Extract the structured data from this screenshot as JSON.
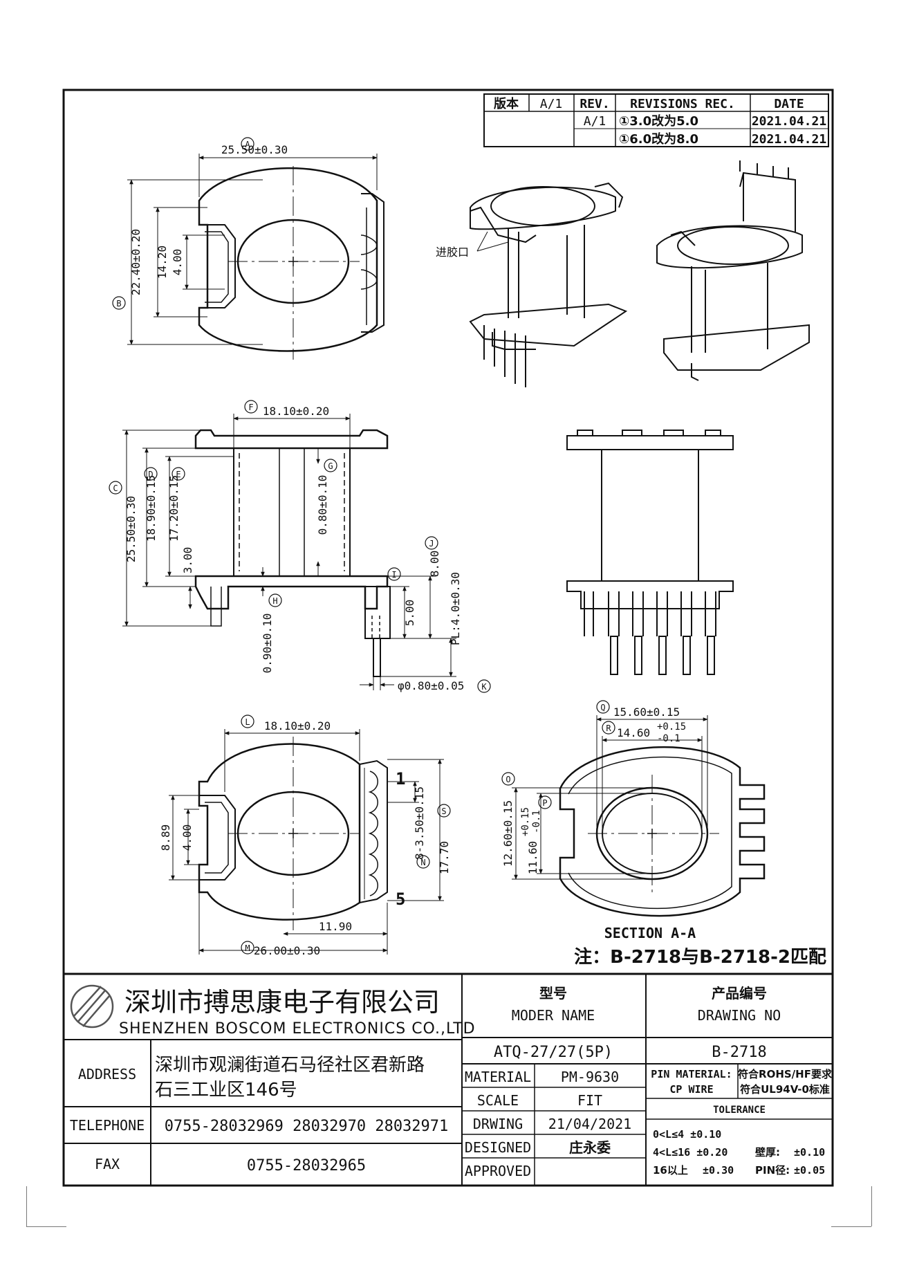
{
  "revision_table": {
    "version_label": "版本",
    "version_value": "A/1",
    "rev_header": "REV.",
    "records_header": "REVISIONS REC.",
    "date_header": "DATE",
    "rows": [
      {
        "rev": "A/1",
        "text": "①3.0改为5.0",
        "date": "2021.04.21"
      },
      {
        "rev": "",
        "text": "①6.0改为8.0",
        "date": "2021.04.21"
      }
    ]
  },
  "top_view": {
    "dim_a": "25.50±0.30",
    "dim_b": "22.40±0.20",
    "dim_1420": "14.20",
    "dim_400": "4.00",
    "callout_a": "A",
    "callout_b": "B"
  },
  "iso_views": {
    "gate_label": "进胶口"
  },
  "side_view": {
    "dim_f": "18.10±0.20",
    "dim_c": "25.50±0.30",
    "dim_d": "18.90±0.15",
    "dim_e": "17.20±0.15",
    "dim_300": "3.00",
    "dim_g": "0.80±0.10",
    "dim_h": "0.90±0.10",
    "dim_i": "5.00",
    "dim_j": "8.00",
    "dim_pl": "PL:4.0±0.30",
    "dim_k": "φ0.80±0.05",
    "callout_c": "C",
    "callout_d": "D",
    "callout_e": "E",
    "callout_f": "F",
    "callout_g": "G",
    "callout_h": "H",
    "callout_i": "I",
    "callout_j": "J",
    "callout_k": "K"
  },
  "bottom_view": {
    "dim_l": "18.10±0.20",
    "dim_889": "8.89",
    "dim_400": "4.00",
    "dim_n": "8-3.50±0.15",
    "dim_s": "17.70",
    "dim_1190": "11.90",
    "dim_m": "26.00±0.30",
    "pin_first": "1",
    "pin_last": "5",
    "callout_l": "L",
    "callout_m": "M",
    "callout_n": "N",
    "callout_s": "S"
  },
  "section_view": {
    "dim_q": "15.60±0.15",
    "dim_r_base": "14.60",
    "dim_r_plus": "+0.15",
    "dim_r_minus": "-0.1",
    "dim_o": "12.60±0.15",
    "dim_p_base": "11.60",
    "dim_p_plus": "+0.15",
    "dim_p_minus": "-0.1",
    "title": "SECTION A-A",
    "callout_o": "O",
    "callout_p": "P",
    "callout_q": "Q",
    "callout_r": "R"
  },
  "note": "注：B-2718与B-2718-2匹配",
  "title_block": {
    "company_cn": "深圳市搏思康电子有限公司",
    "company_en": "SHENZHEN BOSCOM ELECTRONICS CO.,LTD",
    "model_label_cn": "型号",
    "model_label_en": "MODER NAME",
    "drawing_label_cn": "产品编号",
    "drawing_label_en": "DRAWING NO",
    "address_label": "ADDRESS",
    "address_line1": "深圳市观澜街道石马径社区君新路",
    "address_line2": "石三工业区146号",
    "telephone_label": "TELEPHONE",
    "telephone": "0755-28032969 28032970 28032971",
    "fax_label": "FAX",
    "fax": "0755-28032965",
    "model_name": "ATQ-27/27(5P)",
    "drawing_no": "B-2718",
    "material_label": "MATERIAL",
    "material": "PM-9630",
    "scale_label": "SCALE",
    "scale": "FIT",
    "drawing_label": "DRWING",
    "drawing_date": "21/04/2021",
    "designed_label": "DESIGNED",
    "designer": "庄永委",
    "approved_label": "APPROVED",
    "pin_material_label": "PIN MATERIAL:",
    "pin_material_value": "符合ROHS/HF要求",
    "cp_wire_label": "CP WIRE",
    "cp_wire_value": "符合UL94V-0标准",
    "tolerance_label": "TOLERANCE",
    "tol_1": "0<L≤4 ±0.10",
    "tol_2": "4<L≤16 ±0.20",
    "tol_3_range": "16以上",
    "tol_3_value": "±0.30",
    "wall_label": "壁厚:",
    "wall_value": "±0.10",
    "pin_label": "PIN径:",
    "pin_value": "±0.05"
  }
}
